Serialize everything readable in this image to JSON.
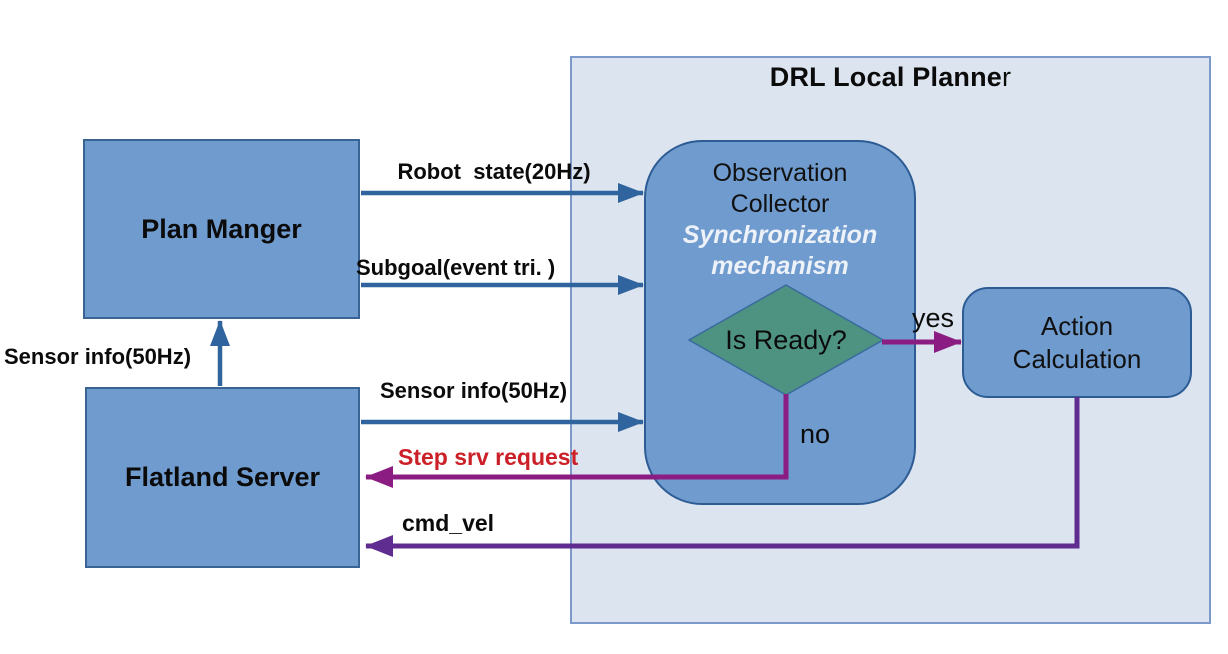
{
  "diagram": {
    "title_bold": "DRL Local Planne",
    "title_tail": "r",
    "title_full": "DRL Local Planner"
  },
  "nodes": {
    "plan_manager": {
      "label": "Plan Manger"
    },
    "flatland_server": {
      "label": "Flatland Server"
    },
    "observation_collector": {
      "line1": "Observation",
      "line2": "Collector",
      "sub1": "Synchronization",
      "sub2": "mechanism"
    },
    "is_ready": {
      "label": "Is Ready?"
    },
    "action_calculation": {
      "line1": "Action",
      "line2": "Calculation"
    }
  },
  "edges": {
    "robot_state": {
      "label": "Robot  state(20Hz)"
    },
    "subgoal": {
      "label": "Subgoal(event tri. )"
    },
    "sensor_info_up": {
      "label": "Sensor info(50Hz)"
    },
    "sensor_info_right": {
      "label": "Sensor info(50Hz)"
    },
    "step_srv_request": {
      "label": "Step srv request"
    },
    "cmd_vel": {
      "label": "cmd_vel"
    },
    "yes": {
      "label": "yes"
    },
    "no": {
      "label": "no"
    }
  },
  "colors": {
    "container_fill": "#dce4ef",
    "container_border": "#7d99c9",
    "node_fill": "#6f9bce",
    "node_border": "#3a6494",
    "diamond_fill": "#4e9381",
    "diamond_border": "#3a6a9e",
    "blue_arrow": "#2f649e",
    "magenta_arrow": "#8a1c82",
    "violet_arrow": "#5f2c8f",
    "red_label": "#cb2027",
    "white_italic_text": "#edf1f8"
  }
}
